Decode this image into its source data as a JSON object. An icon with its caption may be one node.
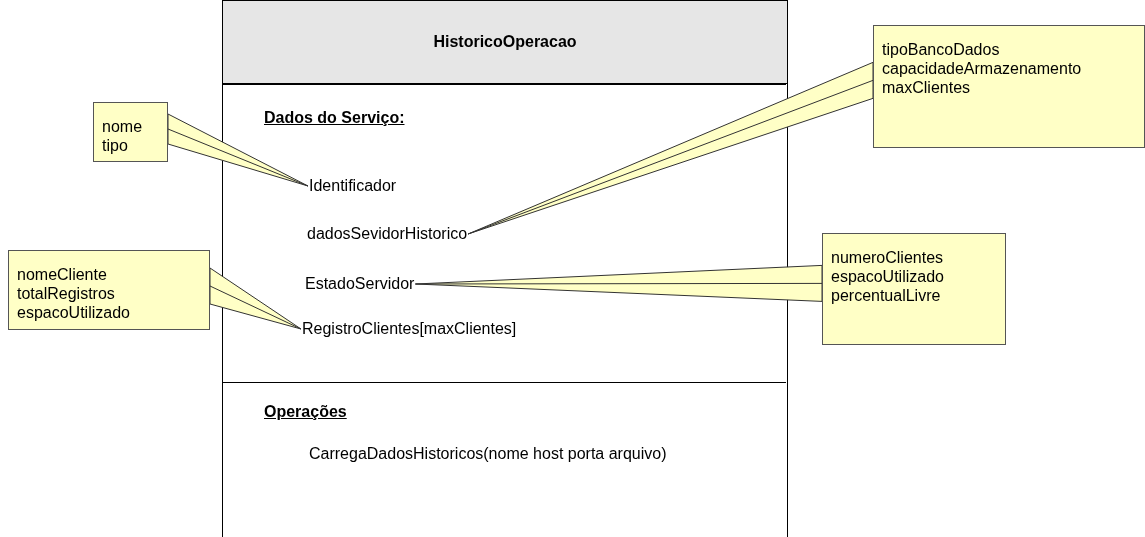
{
  "diagram": {
    "nodes": [
      {
        "text": [
          "HistoricoOperacao"
        ]
      },
      {
        "text": [
          "Dados do Serviço:"
        ],
        "in": 0
      },
      {
        "text": [
          "Identificador"
        ],
        "in": 1
      },
      {
        "text": [
          "dadosSevidorHistorico"
        ],
        "in": 1
      },
      {
        "text": [
          "EstadoServidor"
        ],
        "in": 1
      },
      {
        "text": [
          "RegistroClientes[maxClientes]"
        ],
        "in": 1
      },
      {
        "text": [
          "Operações",
          "CarregaDadosHistoricos(nome host porta arquivo)"
        ],
        "in": 0
      },
      {
        "text": [
          "nome",
          "tipo"
        ]
      },
      {
        "text": [
          "tipoBancoDados",
          "capacidadeArmazenamento",
          "maxClientes"
        ]
      },
      {
        "text": [
          "nomeCliente",
          "totalRegistros",
          "espacoUtilizado"
        ]
      },
      {
        "text": [
          "numeroClientes",
          "espacoUtilizado",
          "percentualLivre"
        ]
      }
    ],
    "edges": [
      {
        "from": 7,
        "to": 2,
        "arrow": "none"
      },
      {
        "from": 8,
        "to": 3,
        "arrow": "none"
      },
      {
        "from": 9,
        "to": 5,
        "arrow": "none"
      },
      {
        "from": 10,
        "to": 4,
        "arrow": "none"
      }
    ]
  }
}
